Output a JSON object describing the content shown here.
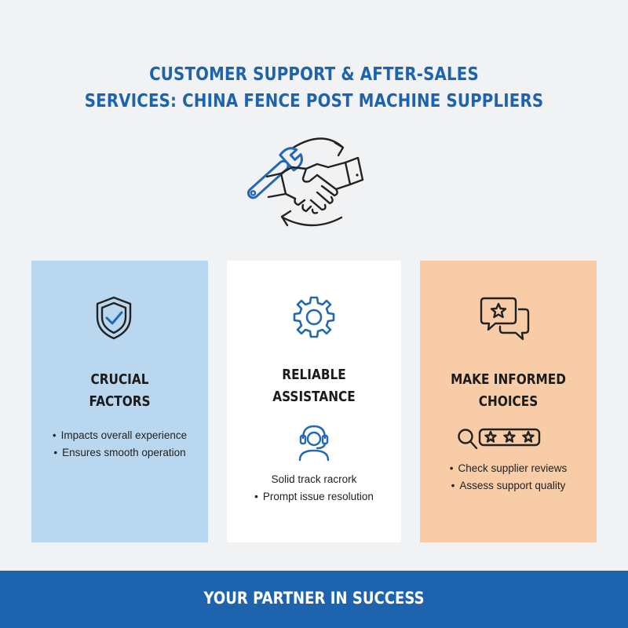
{
  "header": {
    "title_line1": "CUSTOMER SUPPORT & AFTER-SALES",
    "title_line2": "SERVICES: CHINA FENCE POST MACHINE SUPPLIERS"
  },
  "hero": {
    "icon": "handshake-wrench-cycle-icon"
  },
  "cards": [
    {
      "icon": "shield-check-icon",
      "title_line1": "CRUCIAL",
      "title_line2": "FACTORS",
      "bullets": [
        "Impacts overall experience",
        "Ensures smooth operation"
      ],
      "color": "#b9d7ef"
    },
    {
      "icon": "gear-icon",
      "title_line1": "RELIABLE",
      "title_line2": "ASSISTANCE",
      "secondary_icon": "headset-agent-icon",
      "bullets": [
        "Solid track racrork",
        "Prompt issue resolution"
      ],
      "color": "#ffffff"
    },
    {
      "icon": "star-chat-bubbles-icon",
      "title_line1": "MAKE INFORMED",
      "title_line2": "CHOICES",
      "secondary_icon": "magnifier-stars-icon",
      "bullets": [
        "Check supplier reviews",
        "Assess support quality"
      ],
      "color": "#f7cca6"
    }
  ],
  "footer": {
    "text": "YOUR PARTNER IN SUCCESS",
    "color": "#1e63ad"
  },
  "colors": {
    "accent": "#1e63ad",
    "background": "#f1f2f4"
  }
}
